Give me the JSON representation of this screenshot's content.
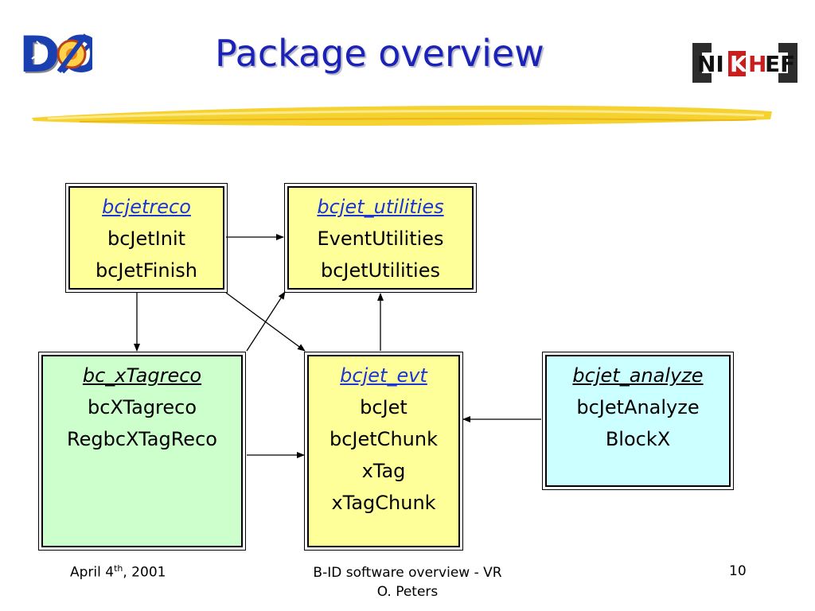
{
  "slide": {
    "title": "Package overview"
  },
  "logos": {
    "left": {
      "text": "DØ"
    },
    "right": {
      "text_pre": "NI",
      "text_k": "K",
      "text_h": "H",
      "text_post": "EF"
    }
  },
  "boxes": {
    "bcjetreco": {
      "package": "bcjetreco",
      "items": [
        "bcJetInit",
        "bcJetFinish"
      ]
    },
    "bcjet_utilities": {
      "package": "bcjet_utilities",
      "items": [
        "EventUtilities",
        "bcJetUtilities"
      ]
    },
    "bc_xTagreco": {
      "package": "bc_xTagreco",
      "items": [
        "bcXTagreco",
        "RegbcXTagReco"
      ]
    },
    "bcjet_evt": {
      "package": "bcjet_evt",
      "items": [
        "bcJet",
        "bcJetChunk",
        "xTag",
        "xTagChunk"
      ]
    },
    "bcjet_analyze": {
      "package": "bcjet_analyze",
      "items": [
        "bcJetAnalyze",
        "BlockX"
      ]
    }
  },
  "footer": {
    "date_main": "April 4",
    "date_sup": "th",
    "date_year": ", 2001",
    "center_line1": "B-ID software overview - VR",
    "center_line2": "O. Peters",
    "page_number": "10"
  }
}
